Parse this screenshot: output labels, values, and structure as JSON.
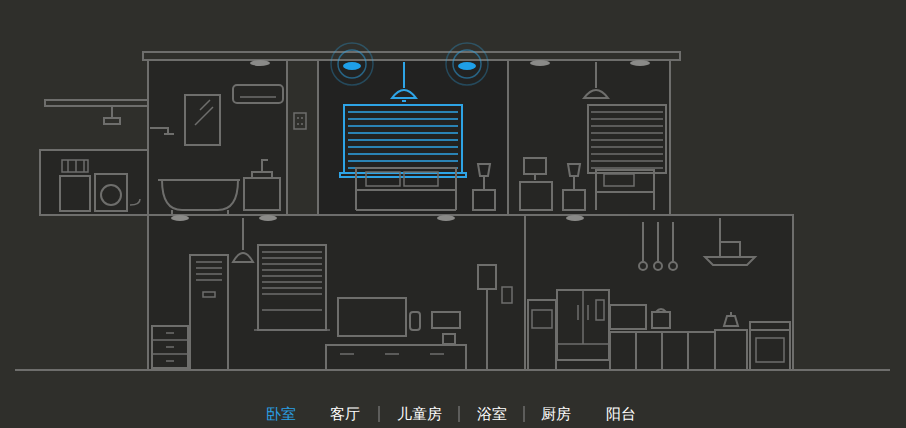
{
  "diagram": {
    "labels": [
      "卧室",
      "客厅",
      "儿童房",
      "浴室",
      "厨房",
      "阳台"
    ]
  }
}
